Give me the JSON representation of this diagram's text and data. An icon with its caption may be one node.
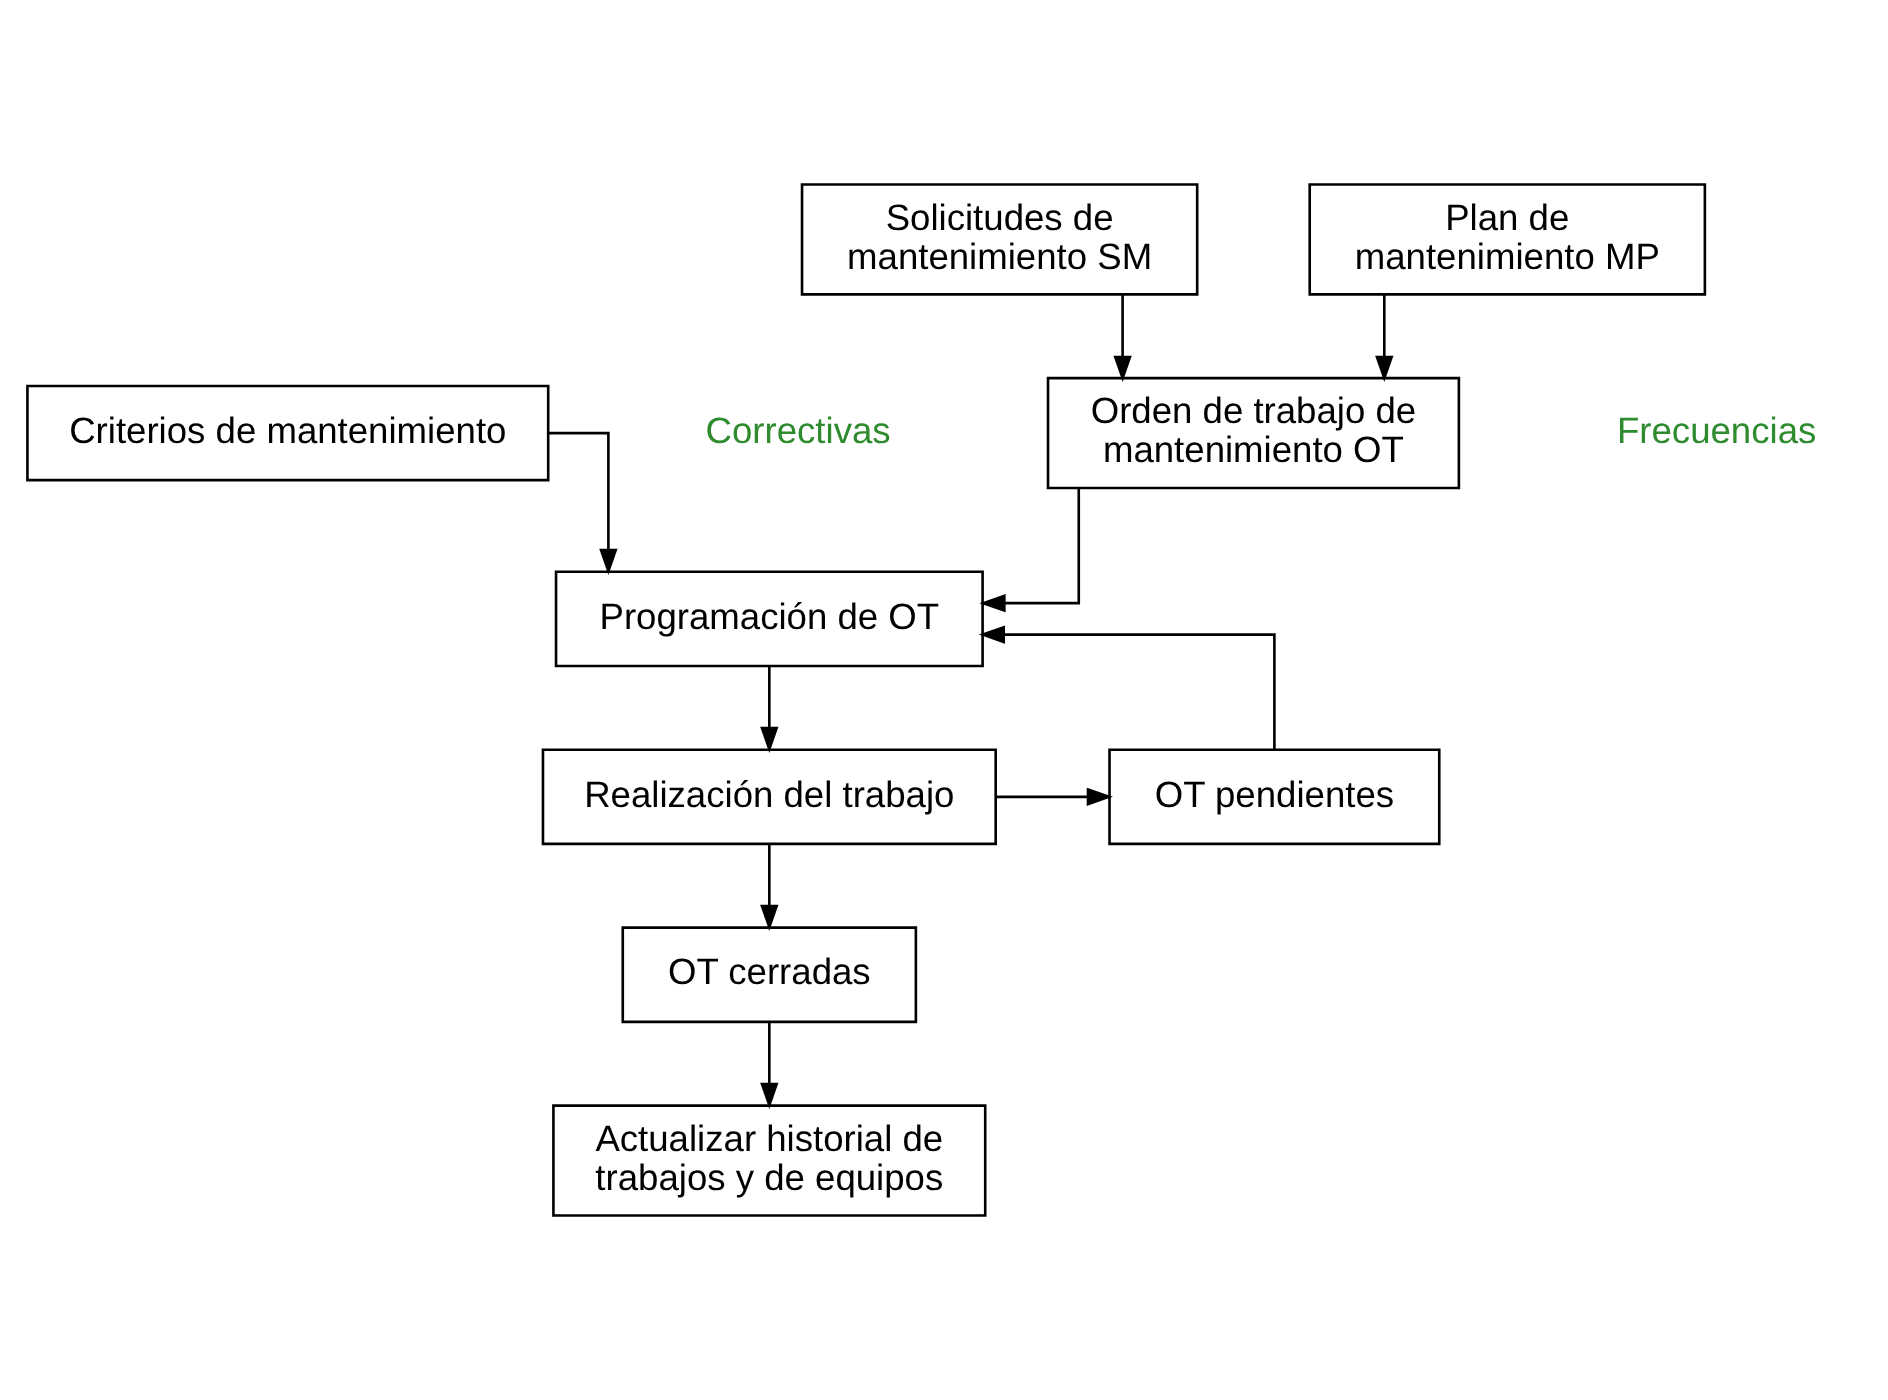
{
  "diagram": {
    "nodes": [
      {
        "text": [
          "Solicitudes de mantenimiento SM"
        ]
      },
      {
        "text": [
          "Plan de mantenimiento MP"
        ]
      },
      {
        "text": [
          "Orden de trabajo de mantenimiento OT"
        ]
      },
      {
        "text": [
          "Criterios de mantenimiento"
        ]
      },
      {
        "text": [
          "Programación de OT"
        ]
      },
      {
        "text": [
          "Realización del trabajo"
        ]
      },
      {
        "text": [
          "OT pendientes"
        ]
      },
      {
        "text": [
          "OT cerradas"
        ]
      },
      {
        "text": [
          "Actualizar historial de trabajos y de equipos"
        ]
      }
    ],
    "edges": [
      {
        "from": 0,
        "to": 2,
        "arrow": "to"
      },
      {
        "from": 1,
        "to": 2,
        "arrow": "to"
      },
      {
        "from": 2,
        "to": 4,
        "arrow": "to"
      },
      {
        "from": 3,
        "to": 4,
        "arrow": "to"
      },
      {
        "from": 4,
        "to": 5,
        "arrow": "to"
      },
      {
        "from": 5,
        "to": 6,
        "arrow": "to"
      },
      {
        "from": 5,
        "to": 7,
        "arrow": "to"
      },
      {
        "from": 6,
        "to": 4,
        "arrow": "to"
      },
      {
        "from": 7,
        "to": 8,
        "arrow": "to"
      }
    ],
    "labels": [
      "Correctivas",
      "Frecuencias"
    ]
  }
}
